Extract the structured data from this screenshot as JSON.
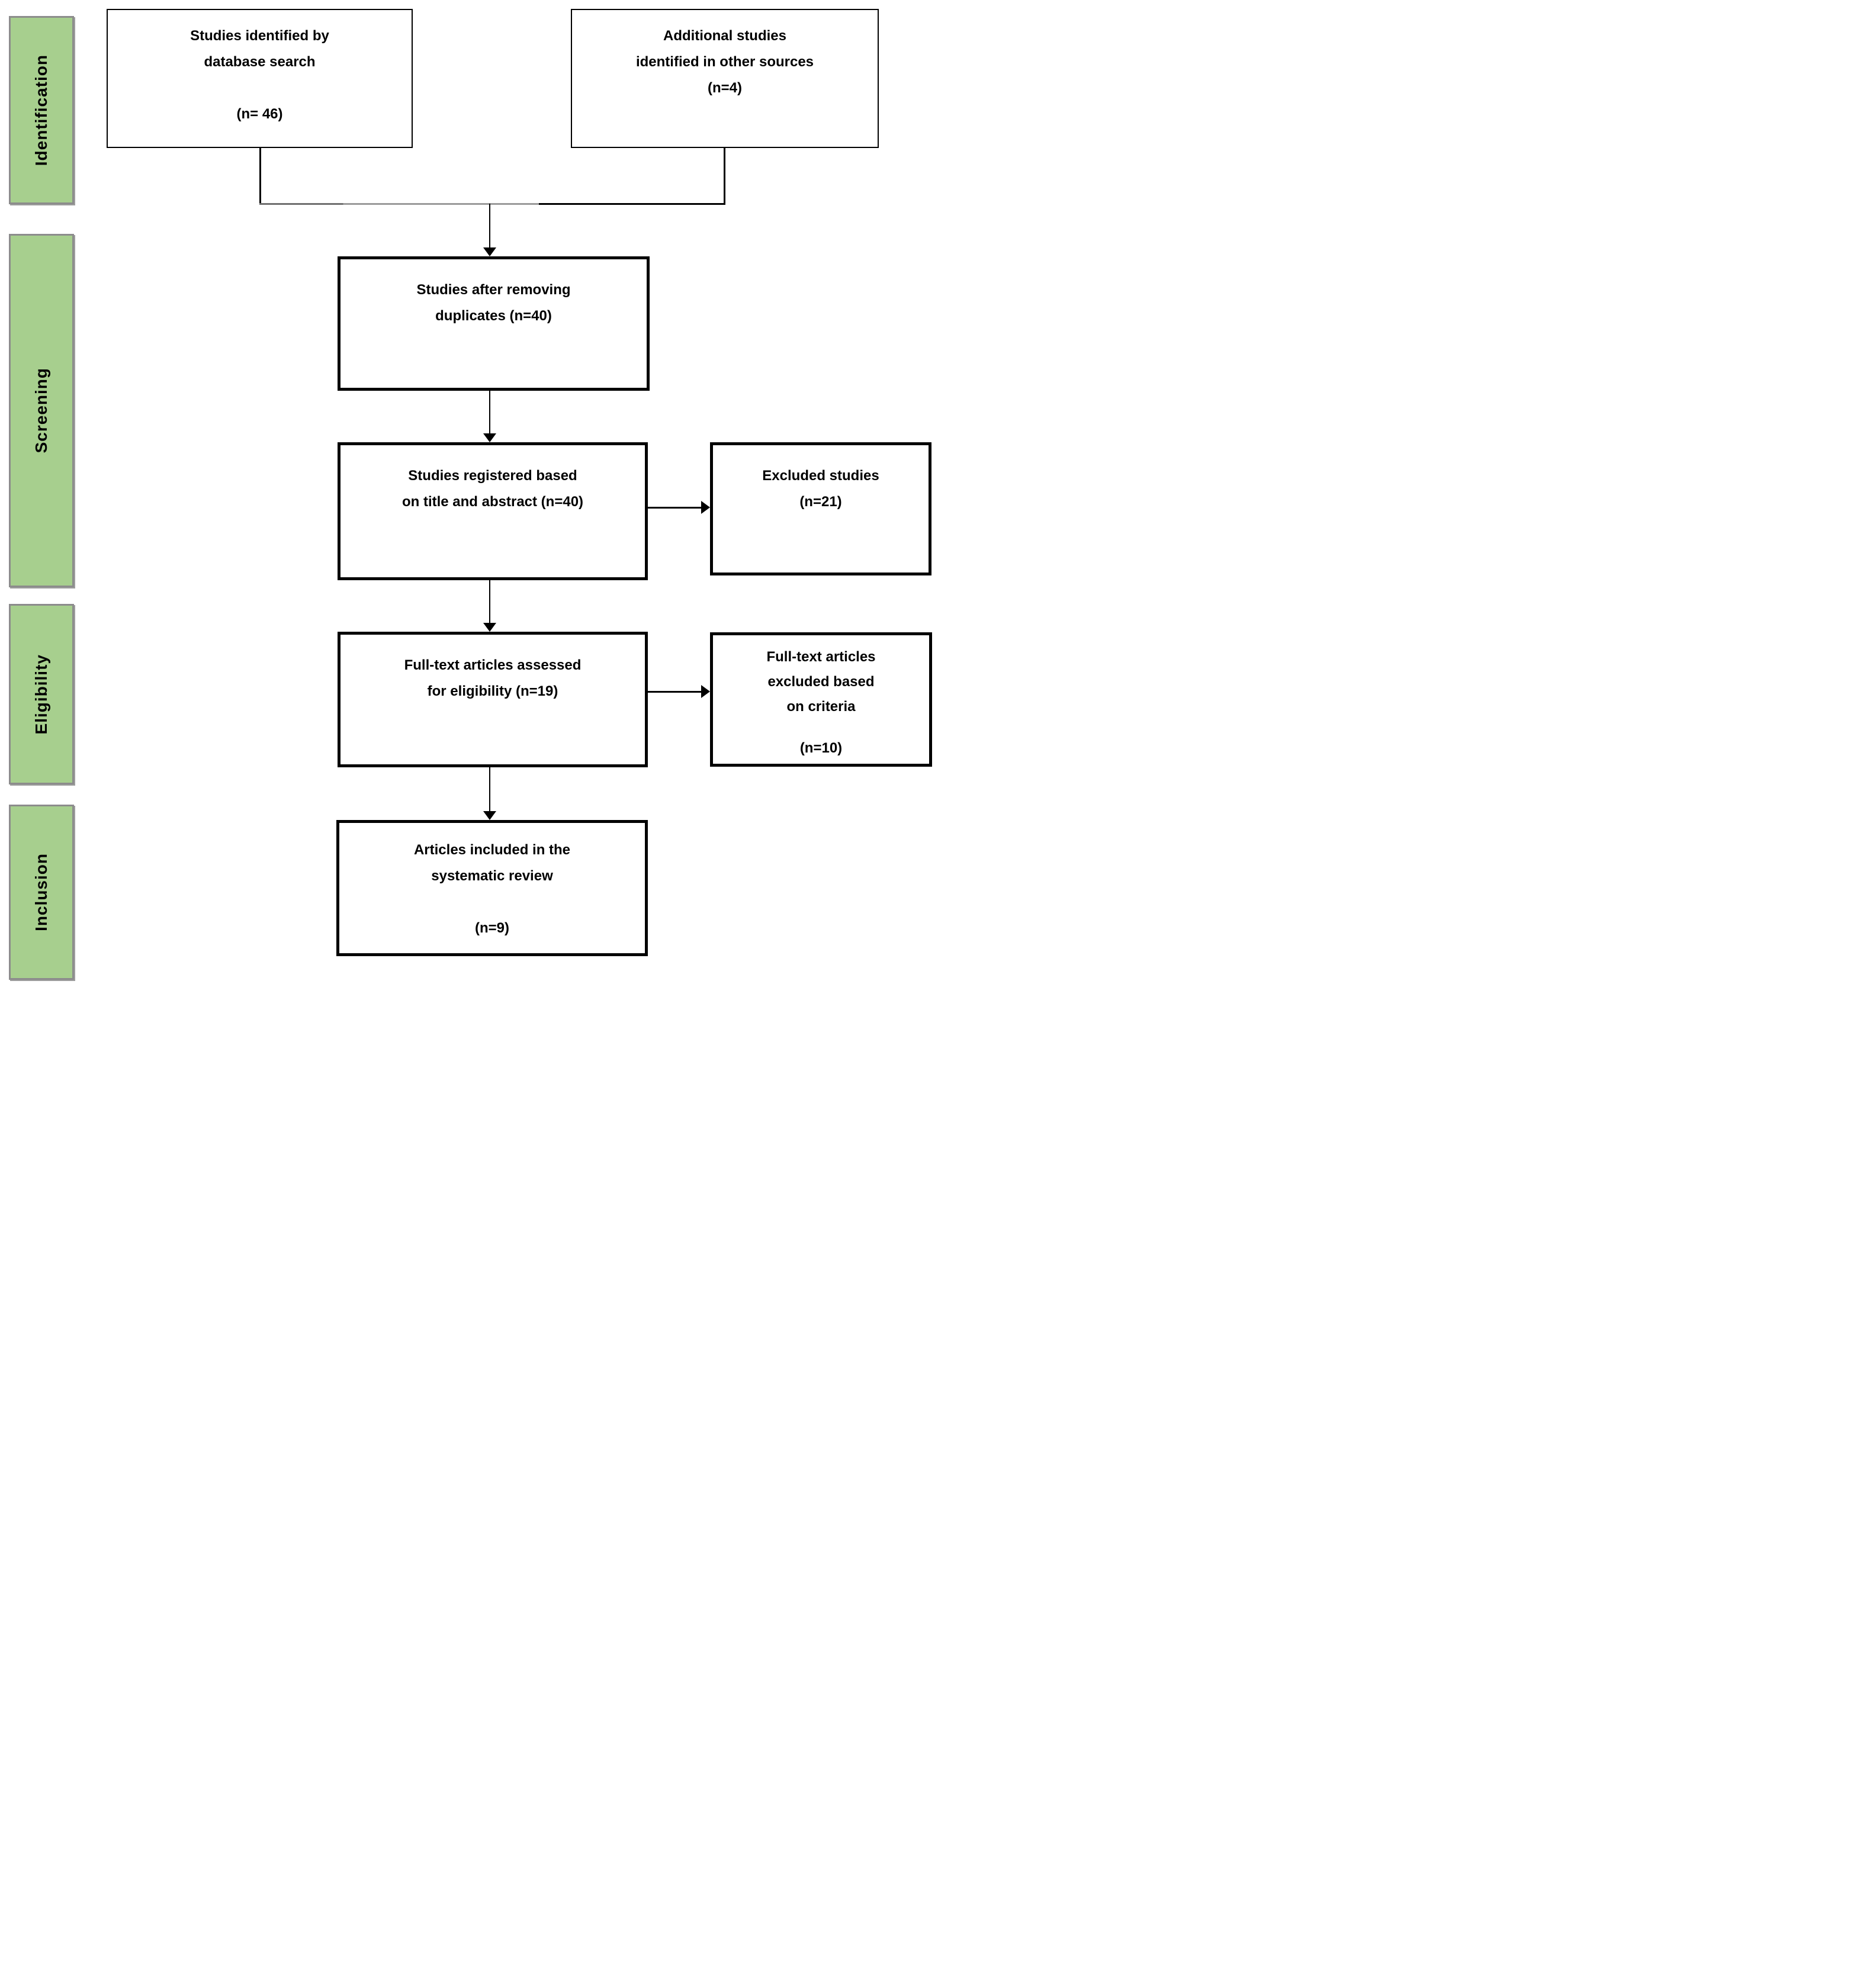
{
  "diagram": {
    "type": "prisma-flow-diagram",
    "stages": [
      {
        "label": "Identification"
      },
      {
        "label": "Screening"
      },
      {
        "label": "Eligibility"
      },
      {
        "label": "Inclusion"
      }
    ],
    "nodes": [
      {
        "id": "db-search",
        "lines": [
          "Studies identified by",
          "database search"
        ],
        "count": "(n= 46)"
      },
      {
        "id": "other-sources",
        "lines": [
          "Additional studies",
          "identified in other sources"
        ],
        "count": "(n=4)"
      },
      {
        "id": "after-duplicates",
        "lines": [
          "Studies after removing",
          "duplicates (n=40)"
        ]
      },
      {
        "id": "title-abstract",
        "lines": [
          "Studies registered based",
          "on title and abstract (n=40)"
        ]
      },
      {
        "id": "excluded",
        "lines": [
          "Excluded studies"
        ],
        "count": "(n=21)"
      },
      {
        "id": "fulltext-assessed",
        "lines": [
          "Full-text articles assessed",
          "for eligibility (n=19)"
        ]
      },
      {
        "id": "fulltext-excluded",
        "lines": [
          "Full-text articles",
          "excluded based",
          "on criteria"
        ],
        "count": "(n=10)"
      },
      {
        "id": "included",
        "lines": [
          "Articles included in the",
          "systematic review"
        ],
        "count": "(n=9)"
      }
    ],
    "colors": {
      "stage_fill": "#a7cf8e",
      "stage_border": "#8c8c8c",
      "node_fill": "#ffffff",
      "node_border": "#000000",
      "arrow": "#000000"
    }
  }
}
